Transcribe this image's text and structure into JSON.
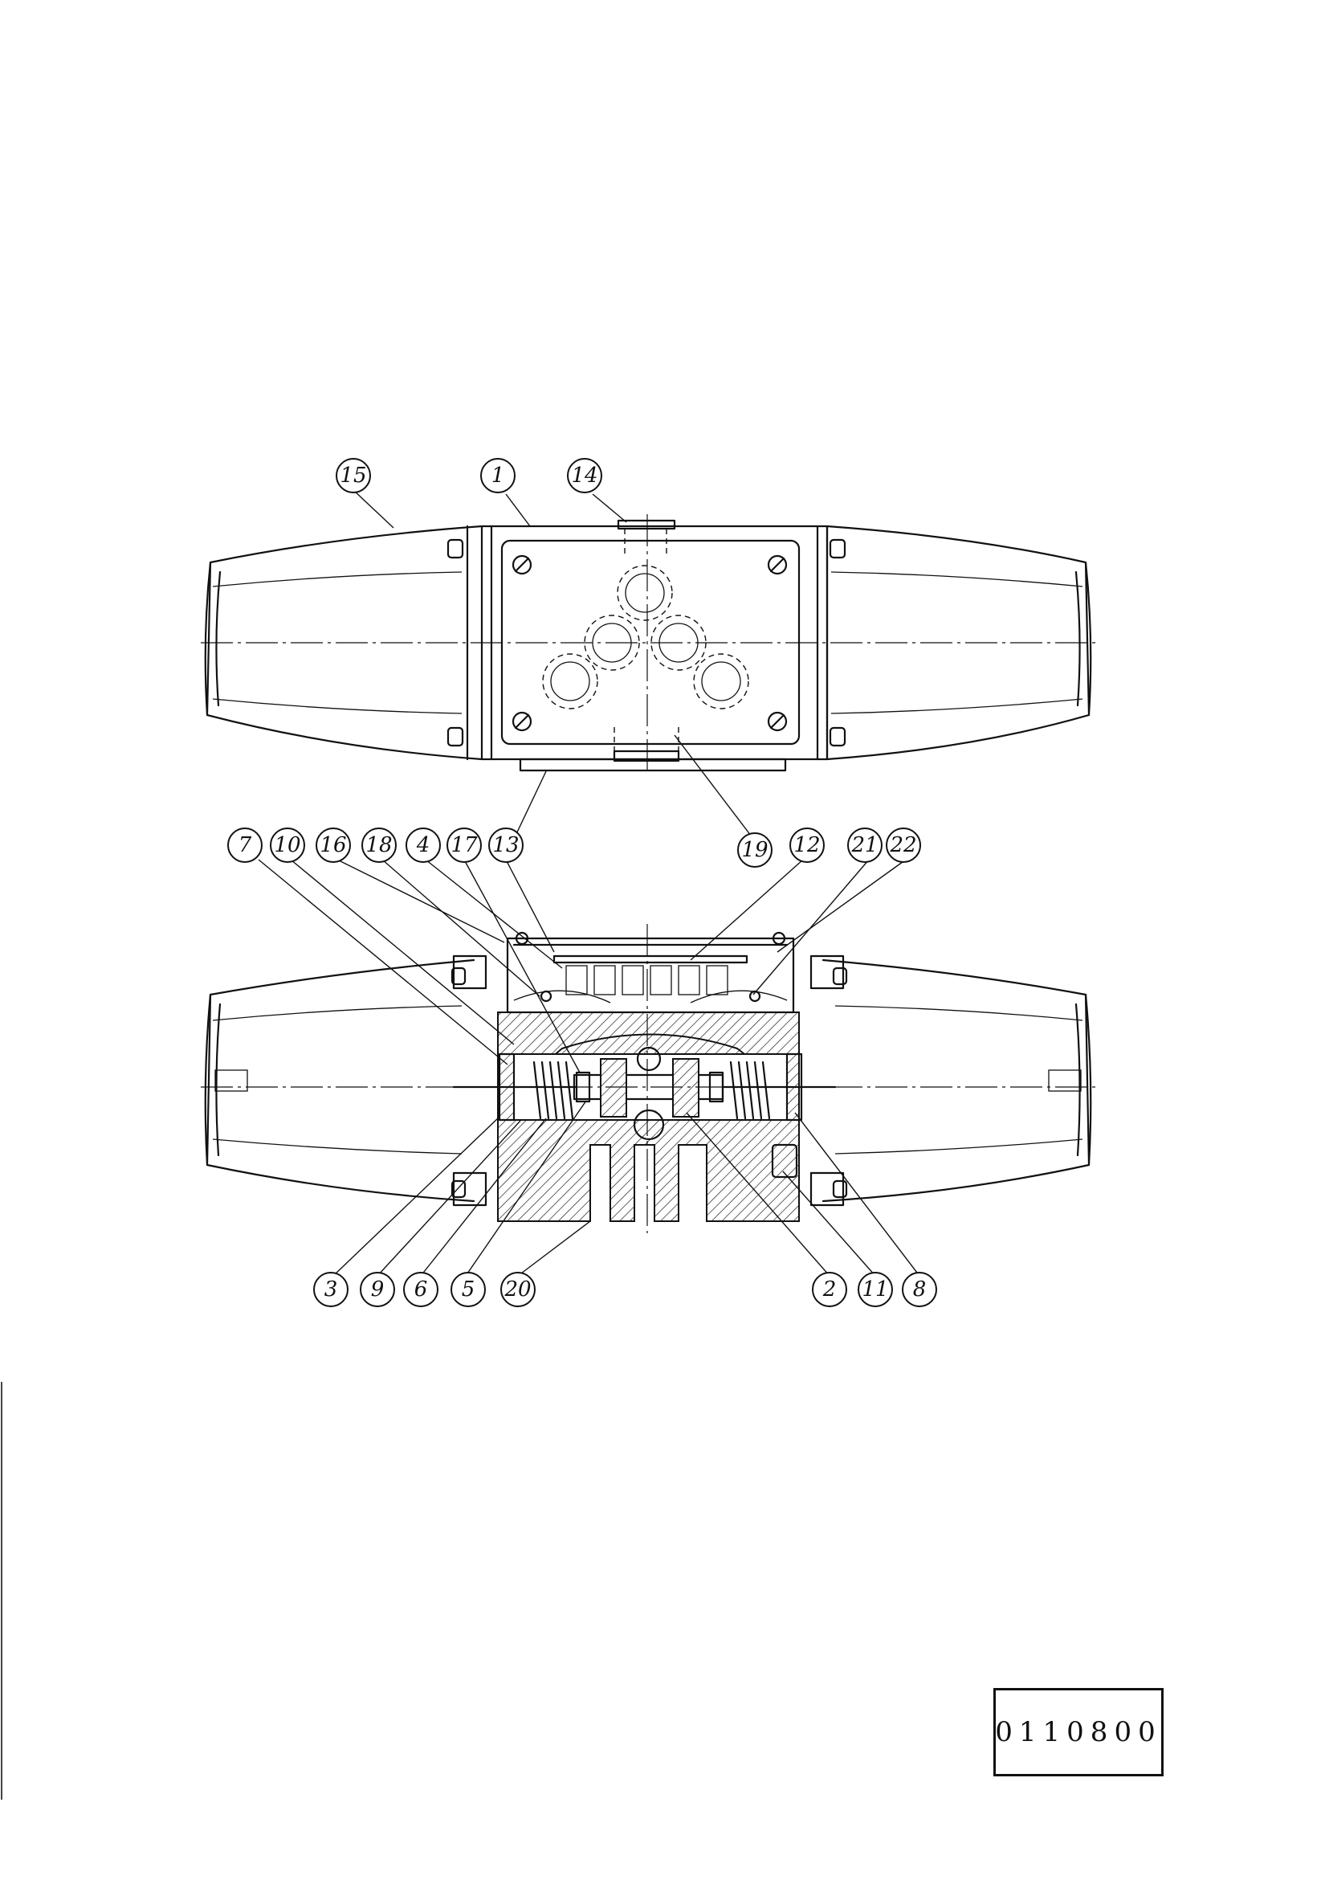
{
  "drawing": {
    "top_view_labels": [
      "15",
      "1",
      "14",
      "13",
      "19"
    ],
    "section_view_labels_top": [
      "7",
      "10",
      "16",
      "18",
      "4",
      "17",
      "13",
      "19",
      "12",
      "21",
      "22"
    ],
    "section_view_labels_bottom": [
      "3",
      "9",
      "6",
      "5",
      "20",
      "2",
      "11",
      "8"
    ]
  },
  "title_block": {
    "drawing_number": "0110800"
  }
}
